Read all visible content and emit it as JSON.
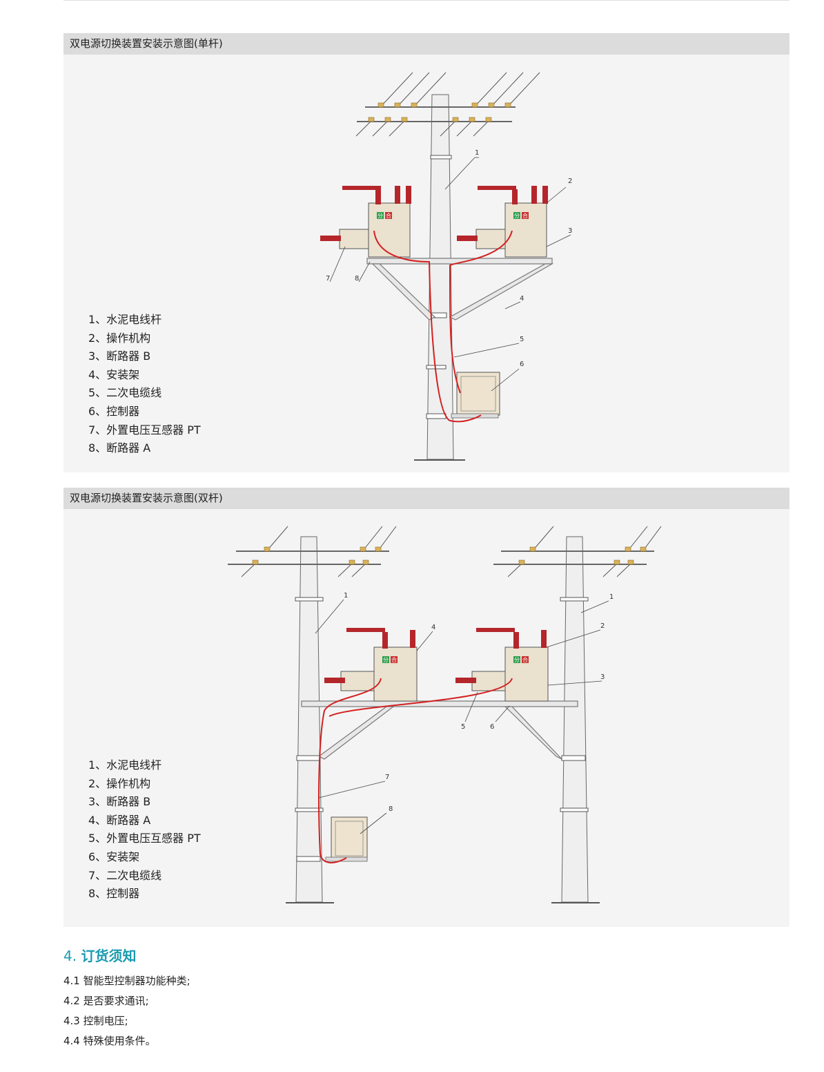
{
  "panel1": {
    "title": "双电源切换装置安装示意图(单杆)",
    "legend": [
      "1、水泥电线杆",
      "2、操作机构",
      "3、断路器 B",
      "4、安装架",
      "5、二次电缆线",
      "6、控制器",
      "7、外置电压互感器 PT",
      "8、断路器 A"
    ],
    "callouts": [
      "1",
      "2",
      "3",
      "4",
      "5",
      "6",
      "7",
      "8"
    ],
    "breaker_text": [
      "分",
      "合",
      "分",
      "合"
    ]
  },
  "panel2": {
    "title": "双电源切换装置安装示意图(双杆)",
    "legend": [
      "1、水泥电线杆",
      "2、操作机构",
      "3、断路器 B",
      "4、断路器 A",
      "5、外置电压互感器 PT",
      "6、安装架",
      "7、二次电缆线",
      "8、控制器"
    ],
    "callouts": [
      "1",
      "1",
      "2",
      "3",
      "4",
      "5",
      "6",
      "7",
      "8"
    ],
    "breaker_text": [
      "分",
      "合",
      "分",
      "合"
    ]
  },
  "section4": {
    "number": "4.",
    "title": "订货须知",
    "items": [
      "4.1 智能型控制器功能种类;",
      "4.2 是否要求通讯;",
      "4.3 控制电压;",
      "4.4 特殊使用条件。"
    ]
  },
  "colors": {
    "header_bg": "#dcdcdc",
    "panel_bg": "#f4f4f4",
    "accent": "#1a9bb0",
    "cable": "#d42020",
    "insulator": "#b5262b",
    "breaker_body": "#eae1cf"
  }
}
